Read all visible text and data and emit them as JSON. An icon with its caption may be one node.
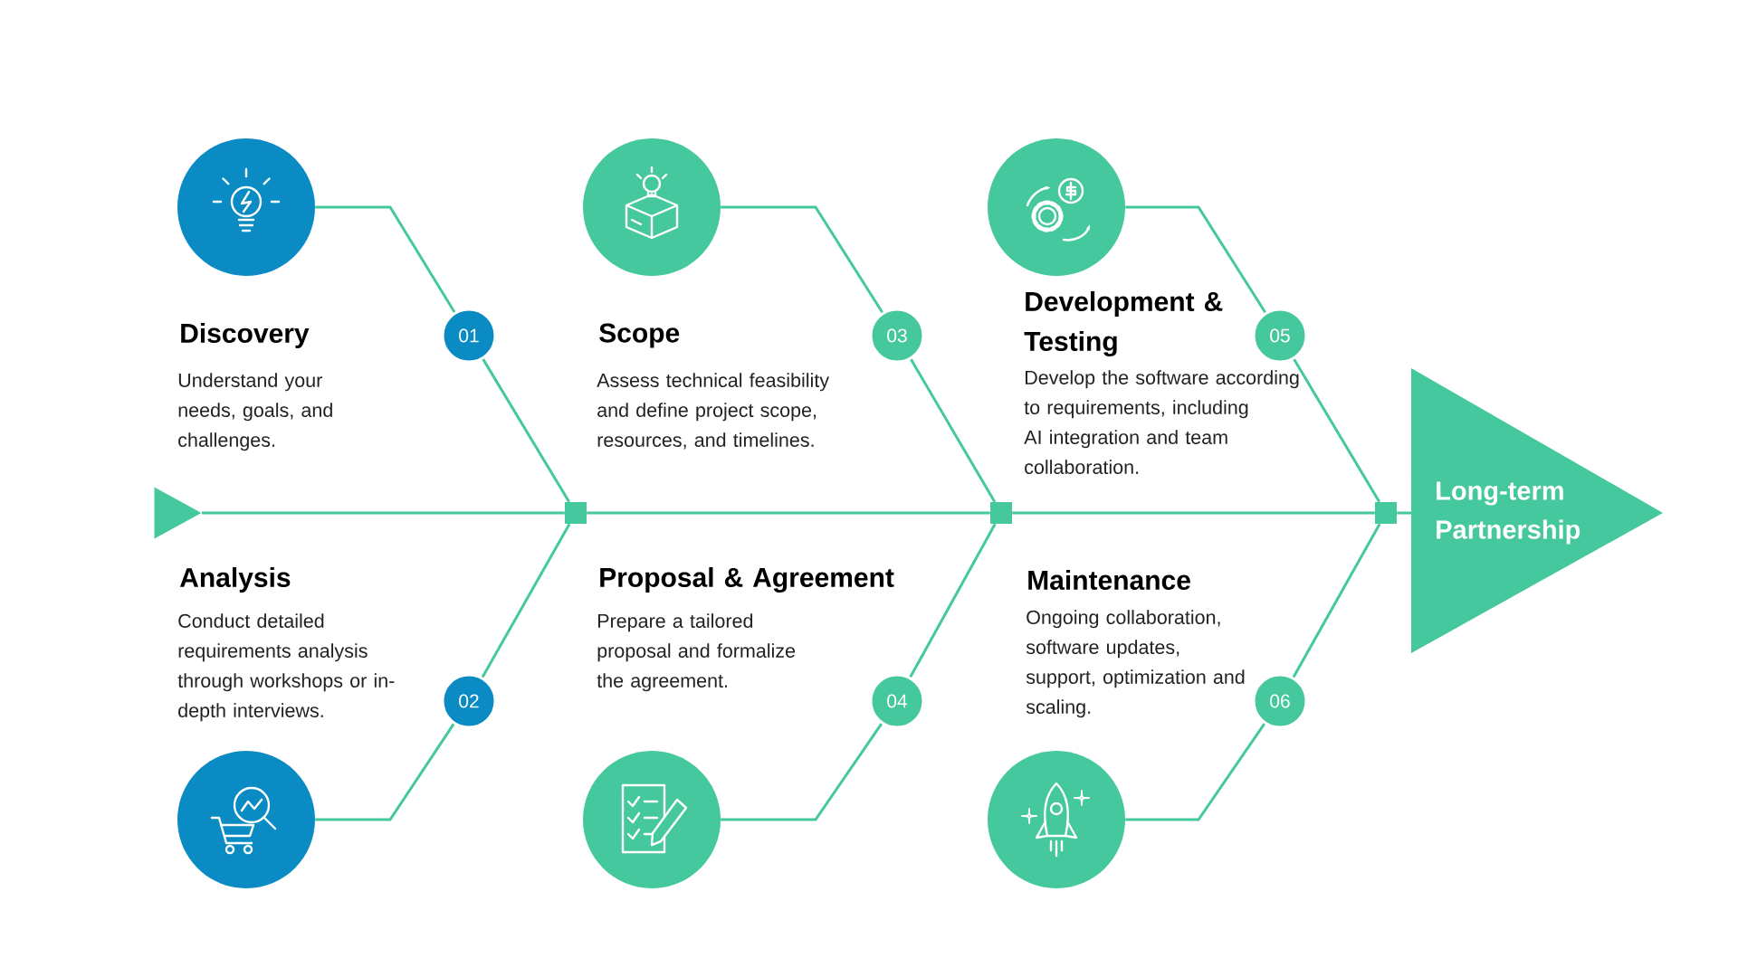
{
  "diagram": {
    "nodes": [
      {
        "text": [],
        "shape": "triangle"
      },
      {
        "text": [],
        "shape": "circle"
      },
      {
        "text": [
          "01"
        ]
      },
      {
        "text": [],
        "shape": "circle"
      },
      {
        "text": [
          "02"
        ]
      },
      {
        "text": [],
        "shape": "box"
      },
      {
        "text": [],
        "shape": "circle"
      },
      {
        "text": [
          "03"
        ]
      },
      {
        "text": [],
        "shape": "circle"
      },
      {
        "text": [
          "04"
        ]
      },
      {
        "text": [],
        "shape": "box"
      },
      {
        "text": [],
        "shape": "circle"
      },
      {
        "text": [
          "05"
        ]
      },
      {
        "text": [],
        "shape": "circle"
      },
      {
        "text": [
          "06"
        ]
      },
      {
        "text": [],
        "shape": "box"
      },
      {
        "text": [
          "Long-term Partnership"
        ]
      }
    ],
    "edges": [
      {
        "from": 0,
        "to": 5,
        "arrow": "none"
      },
      {
        "from": 5,
        "to": 10,
        "arrow": "none"
      },
      {
        "from": 10,
        "to": 15,
        "arrow": "none"
      },
      {
        "from": 15,
        "to": 16,
        "arrow": "none"
      },
      {
        "from": 1,
        "to": 2,
        "arrow": "none"
      },
      {
        "from": 2,
        "to": 5,
        "arrow": "none"
      },
      {
        "from": 3,
        "to": 4,
        "arrow": "none"
      },
      {
        "from": 4,
        "to": 5,
        "arrow": "none"
      },
      {
        "from": 6,
        "to": 7,
        "arrow": "none"
      },
      {
        "from": 7,
        "to": 10,
        "arrow": "none"
      },
      {
        "from": 8,
        "to": 9,
        "arrow": "none"
      },
      {
        "from": 9,
        "to": 10,
        "arrow": "none"
      },
      {
        "from": 11,
        "to": 12,
        "arrow": "none"
      },
      {
        "from": 12,
        "to": 15,
        "arrow": "none"
      },
      {
        "from": 13,
        "to": 14,
        "arrow": "none"
      },
      {
        "from": 14,
        "to": 15,
        "arrow": "none"
      }
    ],
    "labels": [
      "Discovery",
      "Understand your needs, goals, and challenges.",
      "Scope",
      "Assess technical feasibility and define project scope, resources, and timelines.",
      "Development & Testing",
      "Develop the software according to requirements, including AI integration and team collaboration.",
      "Analysis",
      "Conduct detailed requirements analysis through workshops or in-depth interviews.",
      "Proposal & Agreement",
      "Prepare a tailored proposal and formalize the agreement.",
      "Maintenance",
      "Ongoing collaboration, software updates, support, optimization and scaling."
    ]
  }
}
